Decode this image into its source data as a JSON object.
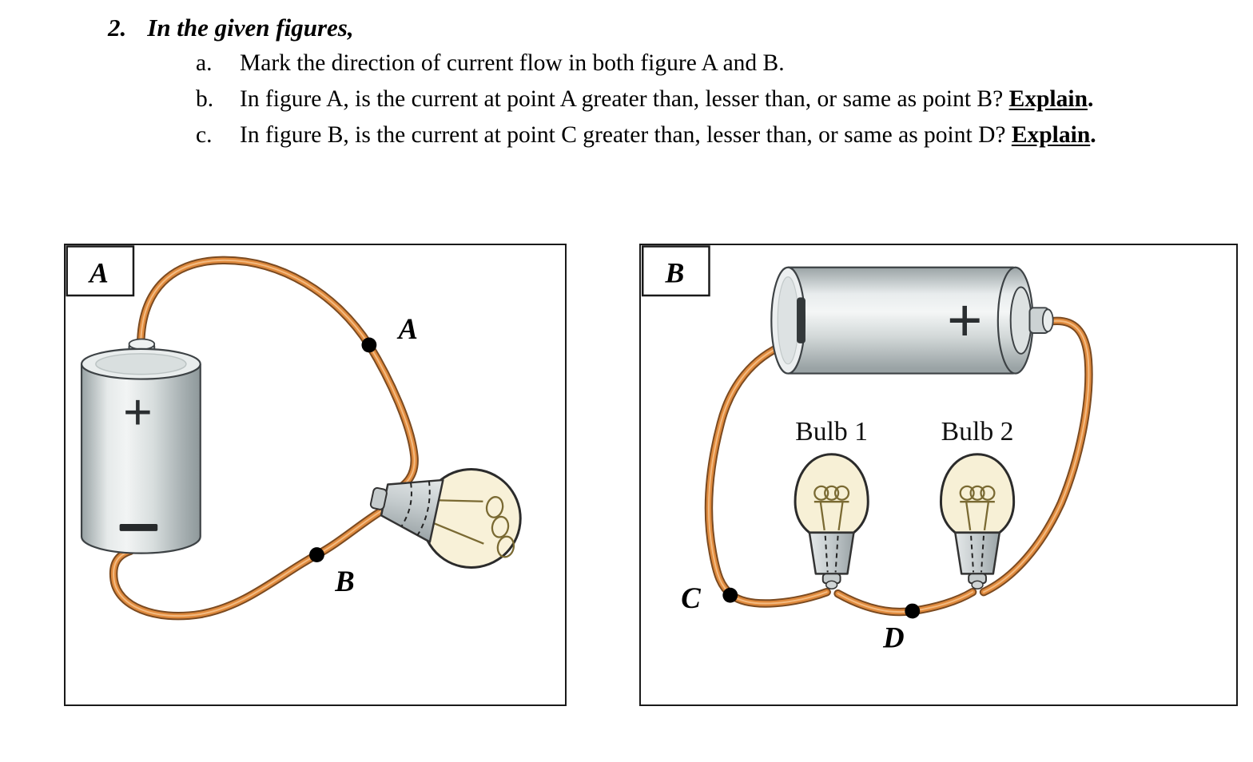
{
  "question": {
    "number": "2.",
    "title": "In the given figures,",
    "items": [
      {
        "label": "a.",
        "text": "Mark the direction of current flow in both figure A and B."
      },
      {
        "label": "b.",
        "text": "In figure A, is the current at point A greater than, lesser than, or same as point B? ",
        "explain": "Explain",
        "period": "."
      },
      {
        "label": "c.",
        "text": "In figure B, is the current at point C greater than, lesser than, or same as point D? ",
        "explain": "Explain",
        "period": "."
      }
    ]
  },
  "figure_a": {
    "label": "A",
    "plus": "+",
    "minus": "−",
    "point_a": "A",
    "point_b": "B"
  },
  "figure_b": {
    "label": "B",
    "plus": "+",
    "negative_mark": "|",
    "bulb1_label": "Bulb 1",
    "bulb2_label": "Bulb 2",
    "point_c": "C",
    "point_d": "D"
  },
  "colors": {
    "wire": "#e08a3d",
    "wire_outline": "#7b4a20",
    "battery_body": "#d3d9d9",
    "bulb_glass": "#f7f0d6"
  }
}
